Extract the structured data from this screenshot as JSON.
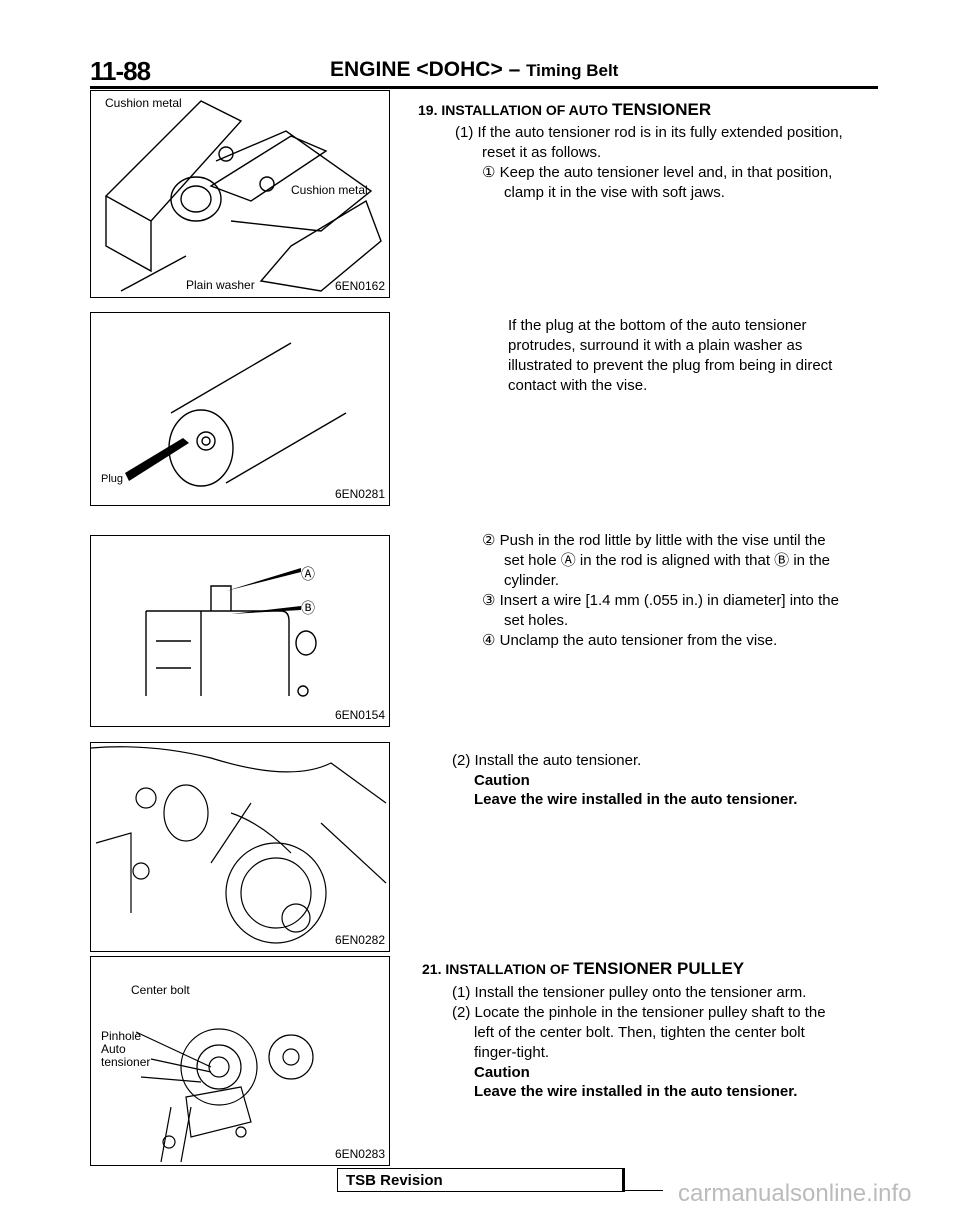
{
  "header": {
    "page_number": "11-88",
    "title": "ENGINE <DOHC>",
    "dash": "–",
    "subtitle": "Timing Belt"
  },
  "figures": [
    {
      "code": "6EN0162",
      "labels": {
        "cushion_metal_left": "Cushion metal",
        "cushion_metal_right": "Cushion metal",
        "plain_washer": "Plain washer"
      }
    },
    {
      "code": "6EN0281",
      "labels": {
        "plug": "Plug"
      }
    },
    {
      "code": "6EN0154",
      "labels": {
        "a": "Ⓐ",
        "b": "Ⓑ"
      }
    },
    {
      "code": "6EN0282"
    },
    {
      "code": "6EN0283",
      "labels": {
        "center_bolt": "Center bolt",
        "pinhole": "Pinhole",
        "auto_tensioner": "Auto tensioner"
      }
    }
  ],
  "section19": {
    "heading_prefix": "19. INSTALLATION OF AUTO ",
    "heading_big": "TENSIONER",
    "step1_intro": "(1) If the auto tensioner rod is in its fully extended position,",
    "step1_intro2": "reset it as follows.",
    "sub1a": "① Keep the auto tensioner level and, in that position,",
    "sub1b": "clamp it in the vise with soft jaws.",
    "note_lines": [
      "If the plug at the bottom of the auto tensioner",
      "protrudes, surround it with a plain washer as",
      "illustrated to prevent the plug from being in direct",
      "contact with the vise."
    ],
    "sub2a": "② Push in the rod little by little with the vise until the",
    "sub2b": "set hole Ⓐ in the rod is aligned with that  Ⓑ in the",
    "sub2c": "cylinder.",
    "sub3a": "③ Insert a wire [1.4 mm (.055 in.) in diameter] into the",
    "sub3b": "set holes.",
    "sub4": "④ Unclamp the auto tensioner from the vise.",
    "step2": "(2) Install the auto tensioner.",
    "caution_label": "Caution",
    "caution_text": "Leave the wire installed in the auto tensioner."
  },
  "section21": {
    "heading_prefix": "21. INSTALLATION OF ",
    "heading_big": "TENSIONER PULLEY",
    "step1": "(1) Install the tensioner pulley onto the tensioner arm.",
    "step2a": "(2) Locate the pinhole in the tensioner pulley shaft to the",
    "step2b": "left of the center bolt. Then, tighten the center bolt",
    "step2c": "finger-tight.",
    "caution_label": "Caution",
    "caution_text": "Leave the wire installed in the auto tensioner."
  },
  "footer": {
    "tsb": "TSB Revision",
    "watermark": "carmanualsonline.info"
  }
}
